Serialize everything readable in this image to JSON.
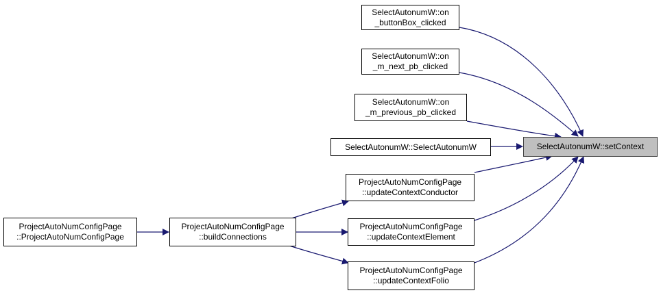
{
  "colors": {
    "edge": "#191970",
    "focus_fill": "#bfbfbf",
    "node_border": "#000000"
  },
  "nodes": {
    "setContext": {
      "lines": [
        "SelectAutonumW::setContext"
      ]
    },
    "on_buttonBox": {
      "lines": [
        "SelectAutonumW::on",
        "_buttonBox_clicked"
      ]
    },
    "on_next": {
      "lines": [
        "SelectAutonumW::on",
        "_m_next_pb_clicked"
      ]
    },
    "on_previous": {
      "lines": [
        "SelectAutonumW::on",
        "_m_previous_pb_clicked"
      ]
    },
    "ctor": {
      "lines": [
        "SelectAutonumW::SelectAutonumW"
      ]
    },
    "updateConductor": {
      "lines": [
        "ProjectAutoNumConfigPage",
        "::updateContextConductor"
      ]
    },
    "updateElement": {
      "lines": [
        "ProjectAutoNumConfigPage",
        "::updateContextElement"
      ]
    },
    "updateFolio": {
      "lines": [
        "ProjectAutoNumConfigPage",
        "::updateContextFolio"
      ]
    },
    "buildConnections": {
      "lines": [
        "ProjectAutoNumConfigPage",
        "::buildConnections"
      ]
    },
    "pageCtor": {
      "lines": [
        "ProjectAutoNumConfigPage",
        "::ProjectAutoNumConfigPage"
      ]
    }
  }
}
